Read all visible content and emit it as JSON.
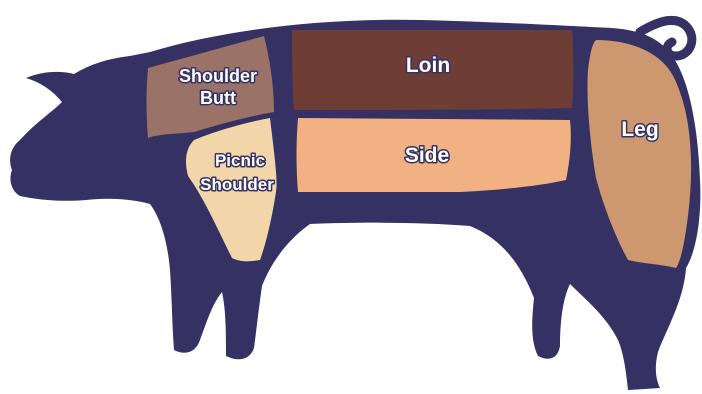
{
  "colors": {
    "body": "#353263",
    "shoulder_butt": "#9a7268",
    "loin": "#6e3d35",
    "picnic_shoulder": "#f2d5a8",
    "side": "#f1b182",
    "leg": "#cd9770",
    "label_text": "#ffffff"
  },
  "cuts": {
    "shoulder_butt": {
      "line1": "Shoulder",
      "line2": "Butt"
    },
    "loin": {
      "label": "Loin"
    },
    "picnic_shoulder": {
      "line1": "Picnic",
      "line2": "Shoulder"
    },
    "side": {
      "label": "Side"
    },
    "leg": {
      "label": "Leg"
    }
  }
}
